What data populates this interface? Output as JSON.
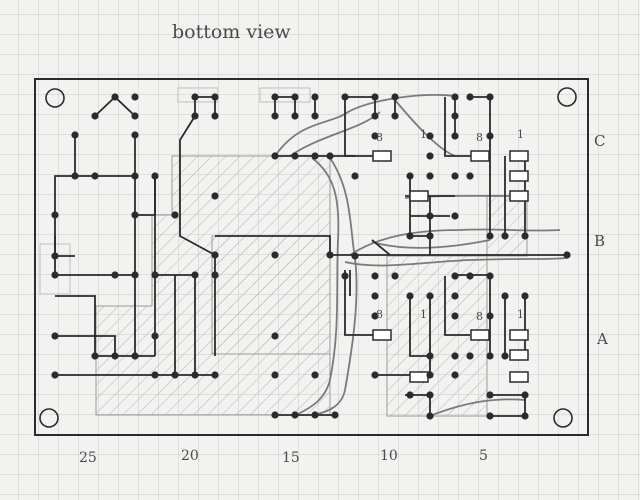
{
  "title": "bottom view",
  "row_labels": {
    "c": "C",
    "b": "B",
    "a": "A"
  },
  "axis_labels": [
    "25",
    "20",
    "15",
    "10",
    "5"
  ],
  "ic_marks": [
    "8",
    "1",
    "8",
    "1",
    "8",
    "1",
    "8",
    "1"
  ],
  "colors": {
    "paper": "#f2f2f0",
    "grid": "#c9c9c9",
    "ink": "#2b2b2b",
    "pencil": "#7a7a7a",
    "hatch": "#b5b5b5"
  },
  "icons": {
    "hole": "mounting-hole-icon"
  }
}
